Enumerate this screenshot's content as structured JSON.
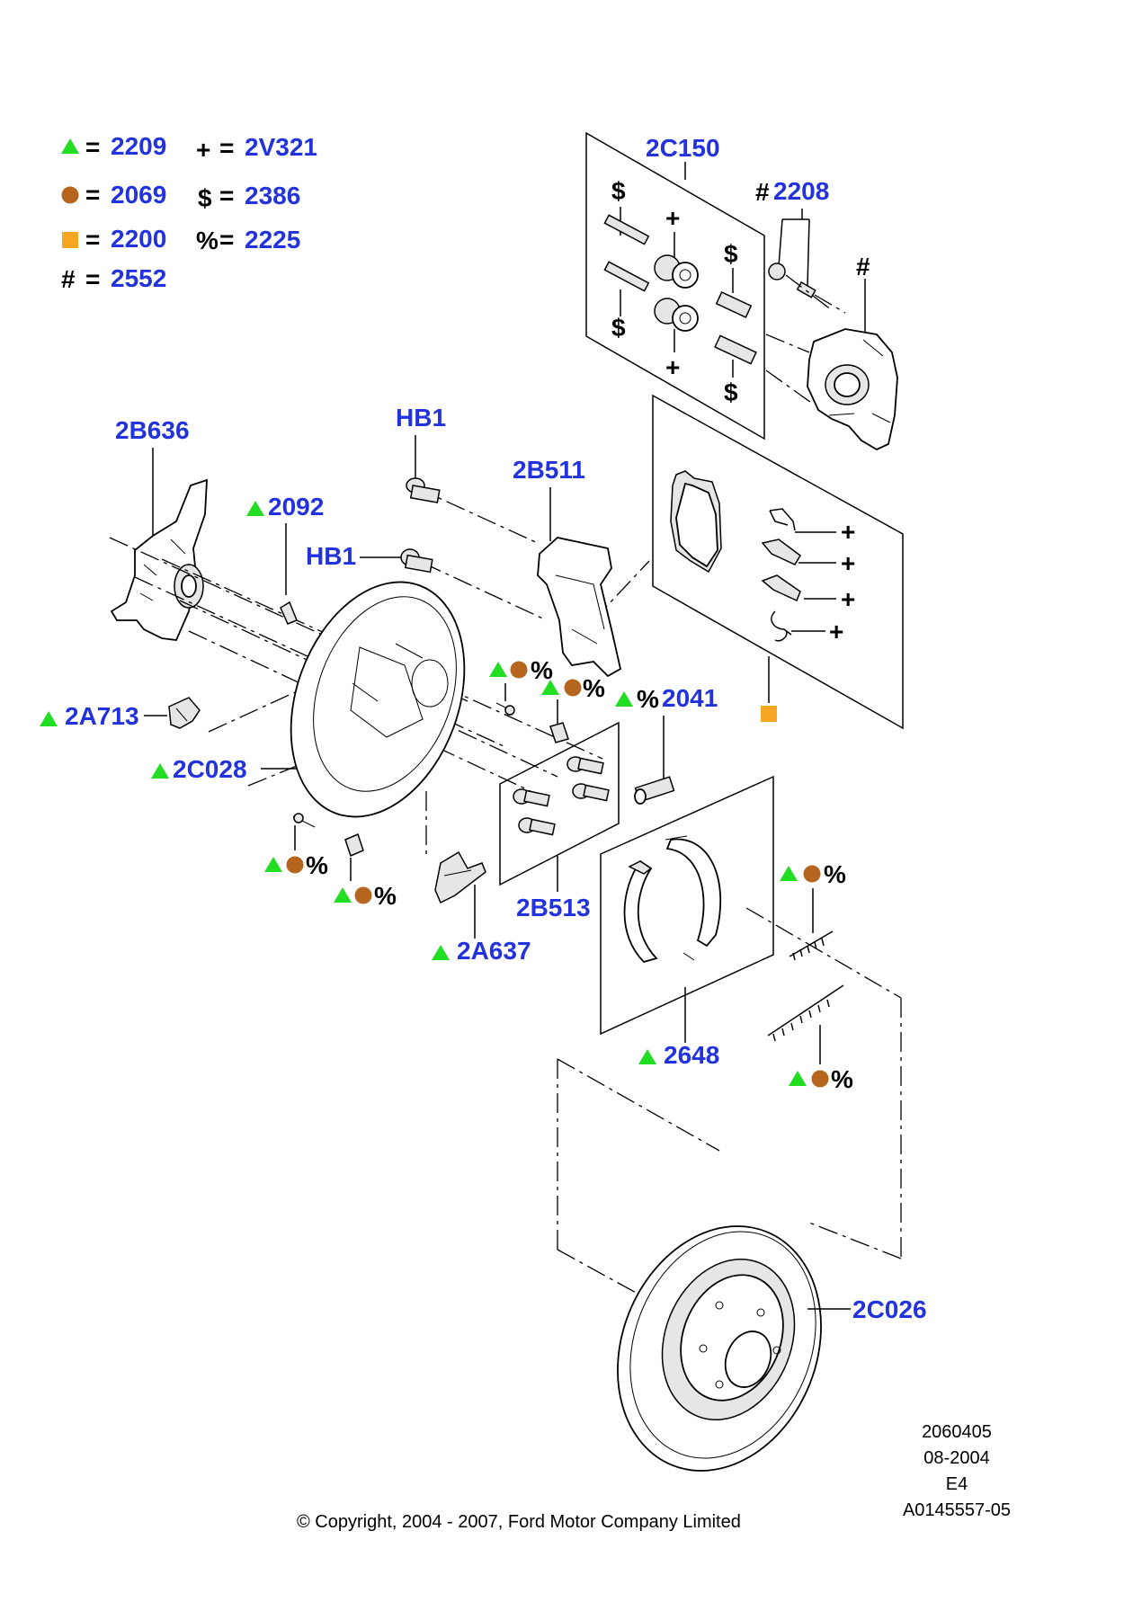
{
  "legend": [
    {
      "symbol": "triangle",
      "color": "#22dd22",
      "code": "2209"
    },
    {
      "symbol": "circle",
      "color": "#b5651d",
      "code": "2069"
    },
    {
      "symbol": "square",
      "color": "#f5a623",
      "code": "2200"
    },
    {
      "symbol": "#",
      "code": "2552"
    },
    {
      "symbol": "+",
      "code": "2V321"
    },
    {
      "symbol": "$",
      "code": "2386"
    },
    {
      "symbol": "%",
      "code": "2225"
    }
  ],
  "eq": "=",
  "marks": {
    "plus": "+",
    "dollar": "$",
    "hash": "#",
    "percent": "%"
  },
  "parts": {
    "p2C150": "2C150",
    "p2208": "2208",
    "p2B636": "2B636",
    "pHB1a": "HB1",
    "pHB1b": "HB1",
    "p2B511": "2B511",
    "p2092": "2092",
    "p2A713": "2A713",
    "p2C028": "2C028",
    "p2041": "2041",
    "p2B513": "2B513",
    "p2A637": "2A637",
    "p2648": "2648",
    "p2C026": "2C026"
  },
  "footer": {
    "copyright": "© Copyright, 2004 - 2007, Ford Motor Company Limited",
    "code1": "2060405",
    "code2": "08-2004",
    "code3": "E4",
    "code4": "A0145557-05"
  },
  "colors": {
    "label": "#2233dd",
    "triangle": "#22dd22",
    "circle": "#b5651d",
    "square": "#f5a623"
  }
}
